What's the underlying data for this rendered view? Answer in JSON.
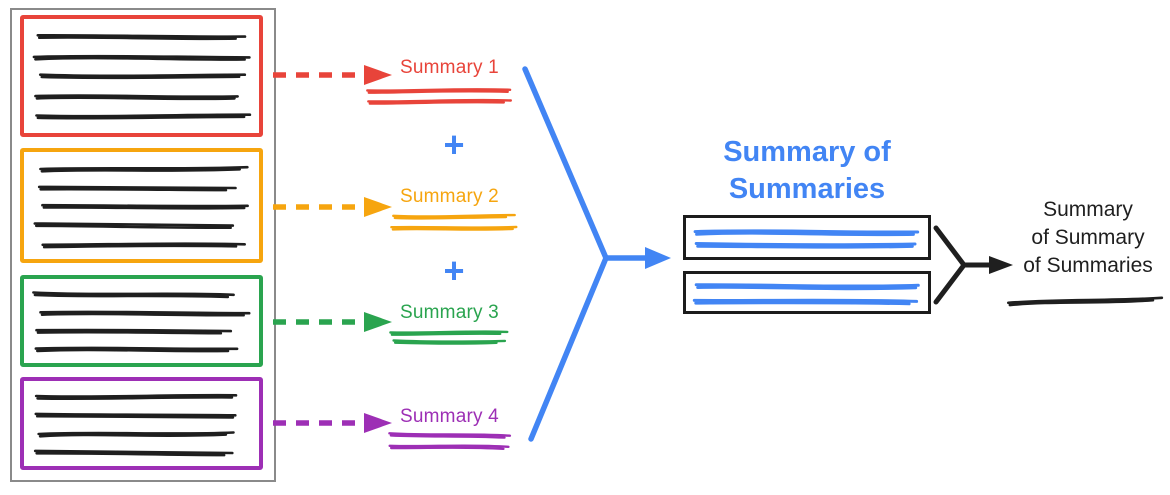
{
  "colors": {
    "red": "#e8443a",
    "orange": "#f6a50f",
    "green": "#2aa44f",
    "purple": "#9d2fb5",
    "blue": "#4285f4",
    "ink": "#1f1f1f",
    "frame": "#8a8a8a"
  },
  "source_panel": {
    "documents": [
      {
        "name": "document-1",
        "color": "red",
        "text_lines": 5
      },
      {
        "name": "document-2",
        "color": "orange",
        "text_lines": 5
      },
      {
        "name": "document-3",
        "color": "green",
        "text_lines": 4
      },
      {
        "name": "document-4",
        "color": "purple",
        "text_lines": 4
      }
    ]
  },
  "summaries": [
    {
      "label": "Summary 1",
      "color": "red"
    },
    {
      "label": "Summary 2",
      "color": "orange"
    },
    {
      "label": "Summary 3",
      "color": "green"
    },
    {
      "label": "Summary 4",
      "color": "purple"
    }
  ],
  "plus_sign": "+",
  "summary_of_summaries": {
    "title_line1": "Summary of",
    "title_line2": "Summaries",
    "boxes": 2
  },
  "final_summary": {
    "line1": "Summary",
    "line2": "of Summary",
    "line3": "of Summaries"
  }
}
